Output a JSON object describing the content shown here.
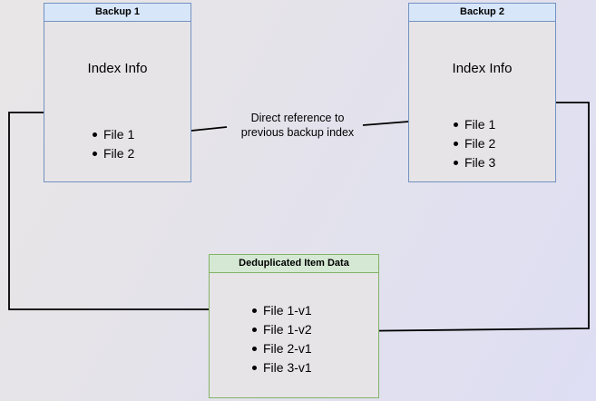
{
  "diagram": {
    "title_implicit": "Backup deduplication reference diagram",
    "colors": {
      "blue_border": "#7292c0",
      "blue_header_fill": "#d8e6fa",
      "green_border": "#82b366",
      "green_header_fill": "#d5e8d4",
      "node_body_fill": "#e6e4e7",
      "edge_stroke": "#000000"
    },
    "nodes": {
      "backup1": {
        "header": "Backup 1",
        "subtitle": "Index Info",
        "items": [
          "File 1",
          "File 2"
        ]
      },
      "backup2": {
        "header": "Backup 2",
        "subtitle": "Index Info",
        "items": [
          "File 1",
          "File 2",
          "File 3"
        ]
      },
      "dedup": {
        "header": "Deduplicated Item Data",
        "items": [
          "File 1-v1",
          "File 1-v2",
          "File 2-v1",
          "File 3-v1"
        ]
      }
    },
    "labels": {
      "direct_reference_line1": "Direct reference to",
      "direct_reference_line2": "previous backup index"
    }
  }
}
